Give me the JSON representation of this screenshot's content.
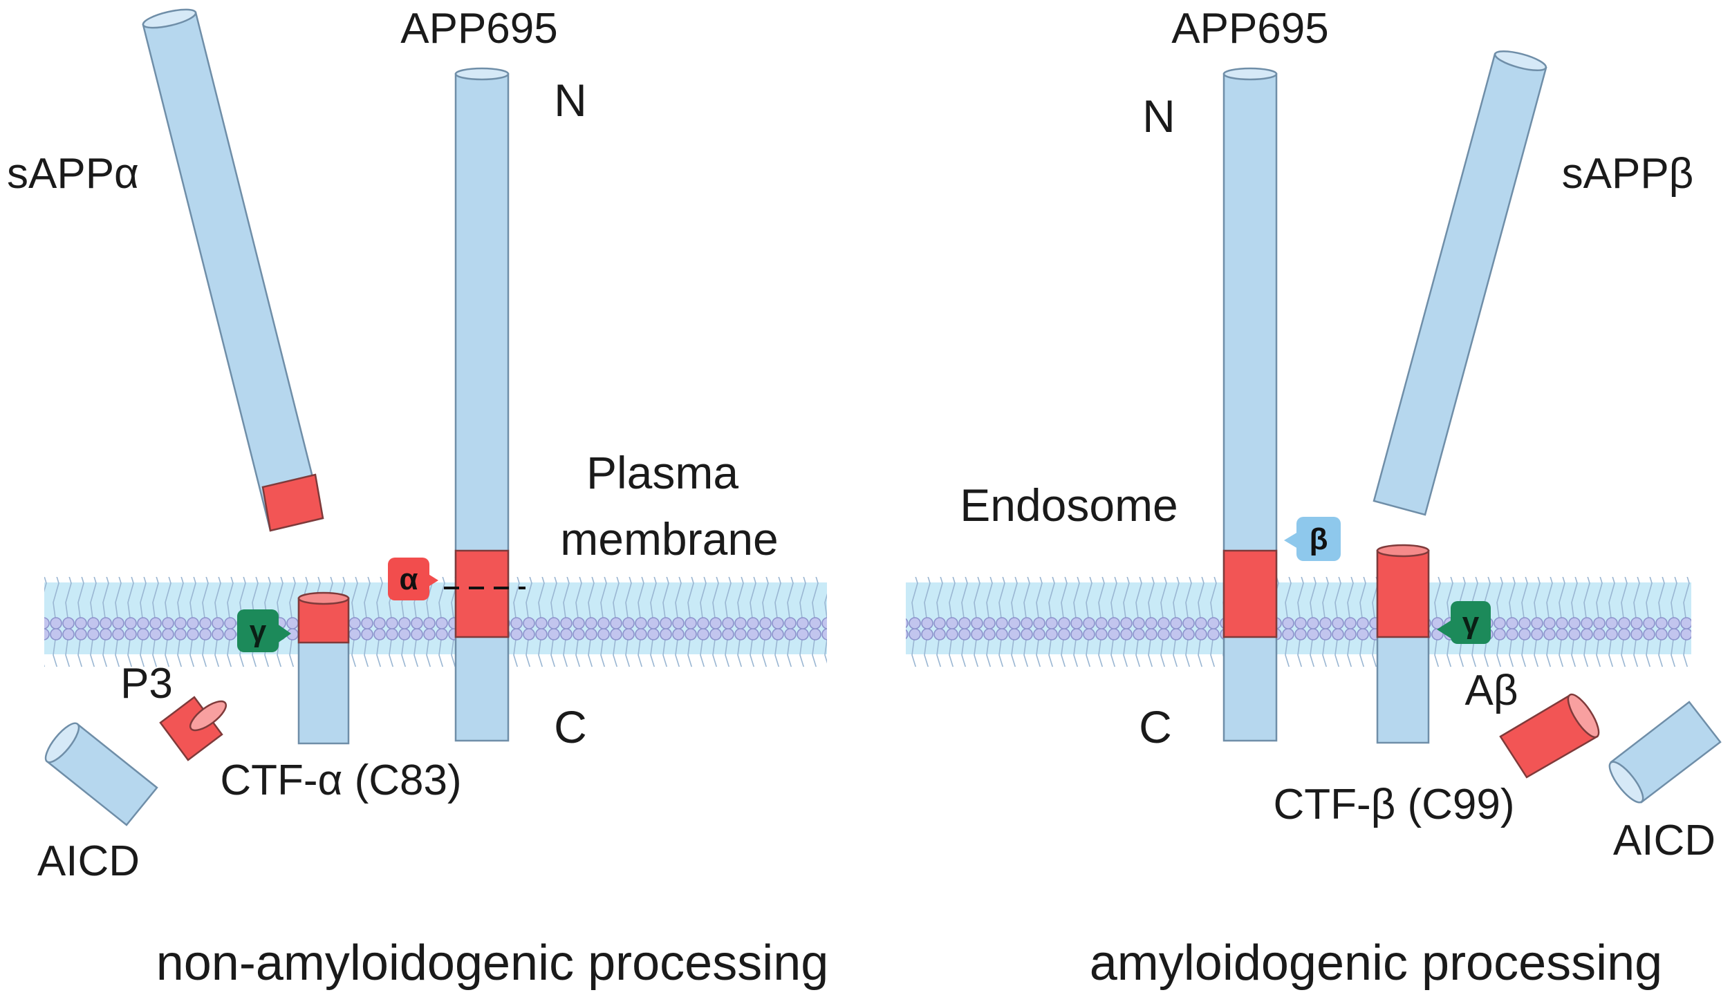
{
  "left_panel": {
    "title": "APP695",
    "n_terminus": "N",
    "c_terminus": "C",
    "location": [
      "Plasma",
      "membrane"
    ],
    "alpha_badge": "α",
    "gamma_badge": "γ",
    "fragments": {
      "soluble": "sAPPα",
      "ctf": "CTF-α (C83)",
      "p3": "P3",
      "aicd": "AICD"
    },
    "caption": "non-amyloidogenic processing"
  },
  "right_panel": {
    "title": "APP695",
    "n_terminus": "N",
    "c_terminus": "C",
    "location": "Endosome",
    "beta_badge": "β",
    "gamma_badge": "γ",
    "fragments": {
      "soluble": "sAPPβ",
      "ctf": "CTF-β (C99)",
      "abeta": "Aβ",
      "aicd": "AICD"
    },
    "caption": "amyloidogenic processing"
  },
  "colors": {
    "protein_blue": "#b6d7ee",
    "protein_red": "#f25555",
    "membrane": "#c9eaf7",
    "lipid_head": "#c2c5ee",
    "alpha_badge": "#f24d4d",
    "beta_badge": "#8ec8ec",
    "gamma_badge": "#1c8a5a"
  }
}
